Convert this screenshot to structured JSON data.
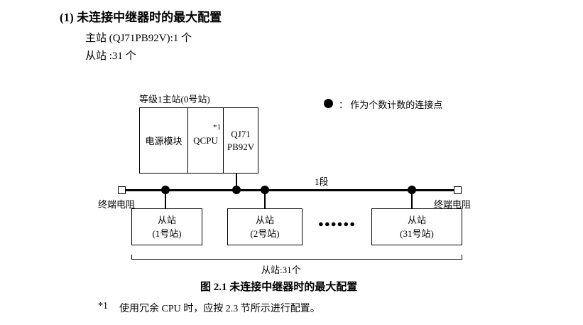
{
  "header": {
    "title": "(1) 未连接中继器时的最大配置",
    "master_line": "主站 (QJ71PB92V):1 个",
    "slave_line": "从站 :31 个"
  },
  "diagram": {
    "master_label": "等级1主站(0号站)",
    "modules": {
      "power": "电源模块",
      "cpu": "QCPU",
      "cpu_note": "*1",
      "pb_line1": "QJ71",
      "pb_line2": "PB92V"
    },
    "legend_text": "：  作为个数计数的连接点",
    "segment_label": "1段",
    "terminator_left": "终端电阻",
    "terminator_right": "终端电阻",
    "slaves": [
      {
        "name": "从站",
        "station": "(1号站)"
      },
      {
        "name": "从站",
        "station": "(2号站)"
      },
      {
        "name": "从站",
        "station": "(31号站)"
      }
    ],
    "ellipsis_dots": "●●●●●●",
    "slave_count_label": "从站:31个"
  },
  "caption": "图 2.1 未连接中继器时的最大配置",
  "footnote": {
    "marker": "*1",
    "text": "使用冗余 CPU 时，应按 2.3 节所示进行配置。"
  }
}
